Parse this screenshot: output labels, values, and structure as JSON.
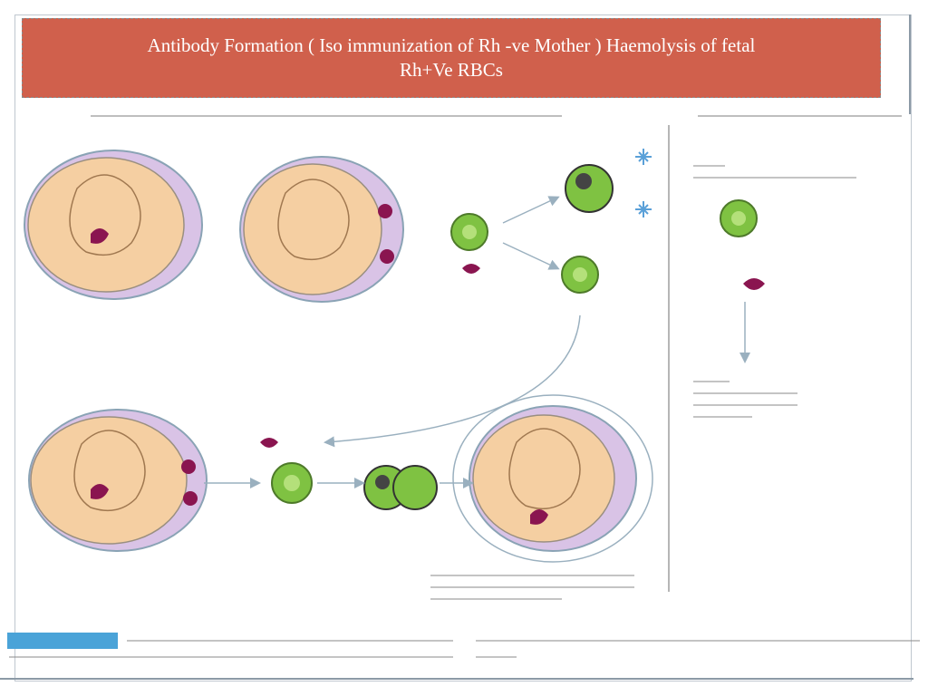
{
  "title": {
    "line1": "Antibody Formation ( Iso immunization of Rh -ve Mother ) Haemolysis of fetal",
    "line2": "Rh+Ve  RBCs"
  },
  "colors": {
    "title_bg": "#d0604c",
    "title_text": "#ffffff",
    "uterus": "#f5cfa2",
    "placenta": "#d9c3e6",
    "rbc": "#8a1550",
    "bcell": "#7fc242",
    "antigen_star": "#5aa0d8"
  },
  "icons": [
    "uterus-fetus-illustration",
    "b-cell-icon",
    "plasma-cell-icon",
    "rh-rbc-icon",
    "antibody-star-icon",
    "arrow-icon"
  ]
}
